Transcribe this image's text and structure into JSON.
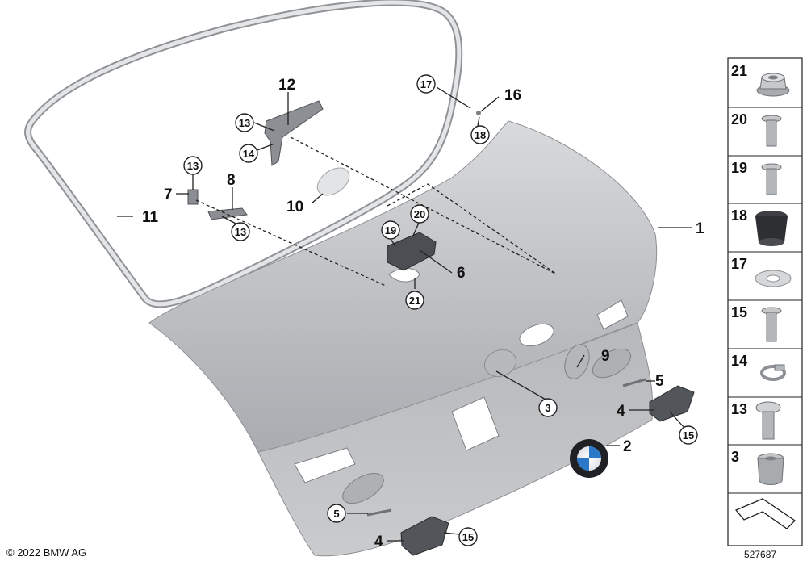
{
  "callouts": {
    "c1": "1",
    "c2": "2",
    "c3": "3",
    "c4": "4",
    "c5": "5",
    "c6": "6",
    "c7": "7",
    "c8": "8",
    "c9": "9",
    "c10": "10",
    "c11": "11",
    "c12": "12",
    "c13": "13",
    "c14": "14",
    "c15": "15",
    "c16": "16",
    "c17": "17",
    "c18": "18",
    "c19": "19",
    "c20": "20",
    "c21": "21"
  },
  "sidebar": {
    "items": [
      {
        "label": "21",
        "icon": "flange-nut-icon"
      },
      {
        "label": "20",
        "icon": "flange-bolt-icon"
      },
      {
        "label": "19",
        "icon": "flange-bolt-icon"
      },
      {
        "label": "18",
        "icon": "rubber-buffer-icon"
      },
      {
        "label": "17",
        "icon": "washer-icon"
      },
      {
        "label": "15",
        "icon": "flange-bolt-icon"
      },
      {
        "label": "14",
        "icon": "hose-clamp-icon"
      },
      {
        "label": "13",
        "icon": "round-head-bolt-icon"
      },
      {
        "label": "3",
        "icon": "grommet-icon"
      }
    ],
    "last_icon": "angle-profile-icon"
  },
  "footer": {
    "copyright": "© 2022 BMW AG",
    "diagram_number": "527687"
  },
  "colors": {
    "panel": "#c2c4c7",
    "panel_dark": "#9b9ea2",
    "part_dark": "#45484d",
    "line": "#222222",
    "seal": "#bfc1c3"
  }
}
